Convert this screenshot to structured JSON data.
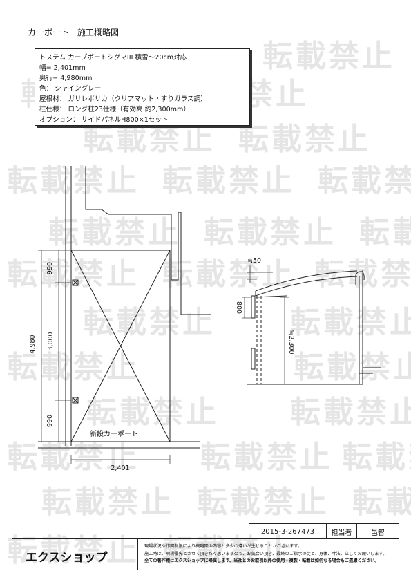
{
  "title": "カーポート　施工概略図",
  "watermark": "転載禁止",
  "spec": {
    "lines": [
      "トステム カーブポートシグマIII 積雪～20cm対応",
      "幅= 2,401mm",
      "奥行= 4,980mm",
      "色： シャイングレー",
      "屋根材： ガリレポリカ（クリアマット・すりガラス調）",
      "柱仕様： ロング柱23仕様（有効高 約2,300mm）",
      "オプション： サイドパネルH800×1セット"
    ]
  },
  "plan": {
    "label": "新設カーポート",
    "dim_total_depth": "4,980",
    "dim_top": "990",
    "dim_mid": "3,000",
    "dim_bottom": "990",
    "dim_width": "2,401"
  },
  "elevation": {
    "dim_top": "≒50",
    "dim_panel": "800",
    "dim_height": "≒2,300"
  },
  "footer": {
    "doc_number": "2015-3-267473",
    "person_label": "担当者",
    "person_name": "邑智",
    "logo": "エクスショップ",
    "notes": [
      "現場状況や作図制限により概略図の内容と多少の違いが生じることがございます。",
      "施工時は、現場優先とさせて頂きたく思いますので、お気合い頂き、最終のご指示の徒と、身体、寸法、立しくお願いします。",
      "全ての著作権はエクスショップに帰属します。当社とのお取引以外の使用・複製・転載は如何なる場合もご遠慮ください。"
    ]
  }
}
